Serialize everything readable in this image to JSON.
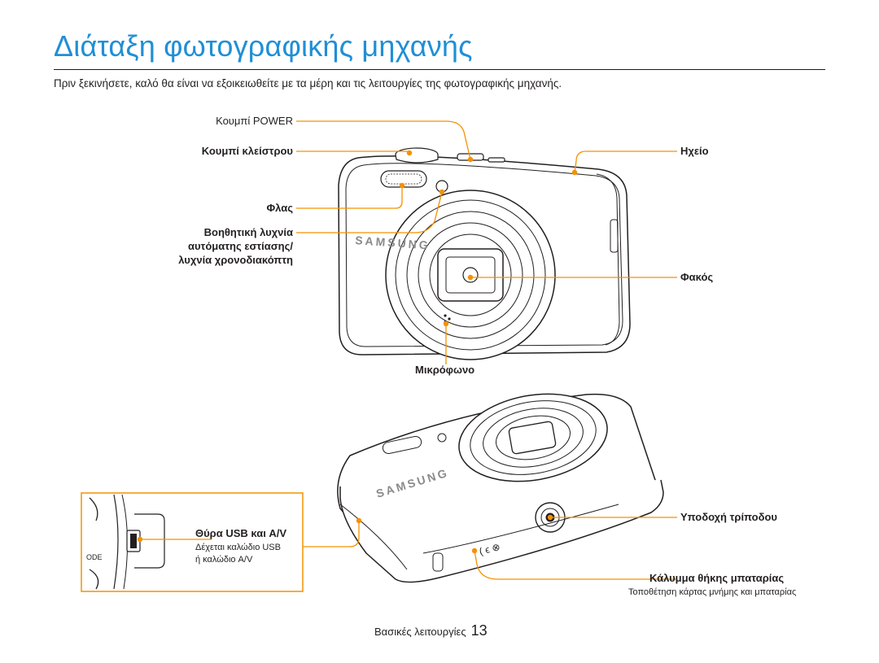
{
  "page": {
    "title": "Διάταξη φωτογραφικής μηχανής",
    "intro": "Πριν ξεκινήσετε, καλό θα είναι να εξοικειωθείτε με τα μέρη και τις λειτουργίες της φωτογραφικής μηχανής."
  },
  "labels": {
    "power": "Κουμπί POWER",
    "shutter": "Κουμπί κλείστρου",
    "flash": "Φλας",
    "af_lamp_line1": "Βοηθητική λυχνία",
    "af_lamp_line2": "αυτόματης εστίασης/",
    "af_lamp_line3": "λυχνία χρονοδιακόπτη",
    "speaker": "Ηχείο",
    "lens": "Φακός",
    "microphone": "Μικρόφωνο",
    "usb_port": "Θύρα USB και A/V",
    "usb_desc1": "Δέχεται καλώδιο USB",
    "usb_desc2": "ή καλώδιο A/V",
    "tripod": "Υποδοχή τρίποδου",
    "battery": "Κάλυμμα θήκης μπαταρίας",
    "battery_desc": "Τοποθέτηση κάρτας μνήμης και μπαταρίας"
  },
  "camera": {
    "brand": "SAMSUNG",
    "side_text": "ODE",
    "accent_color": "#f39200",
    "title_color": "#1f8fd6"
  },
  "footer": {
    "section": "Βασικές λειτουργίες",
    "page_number": "13"
  }
}
